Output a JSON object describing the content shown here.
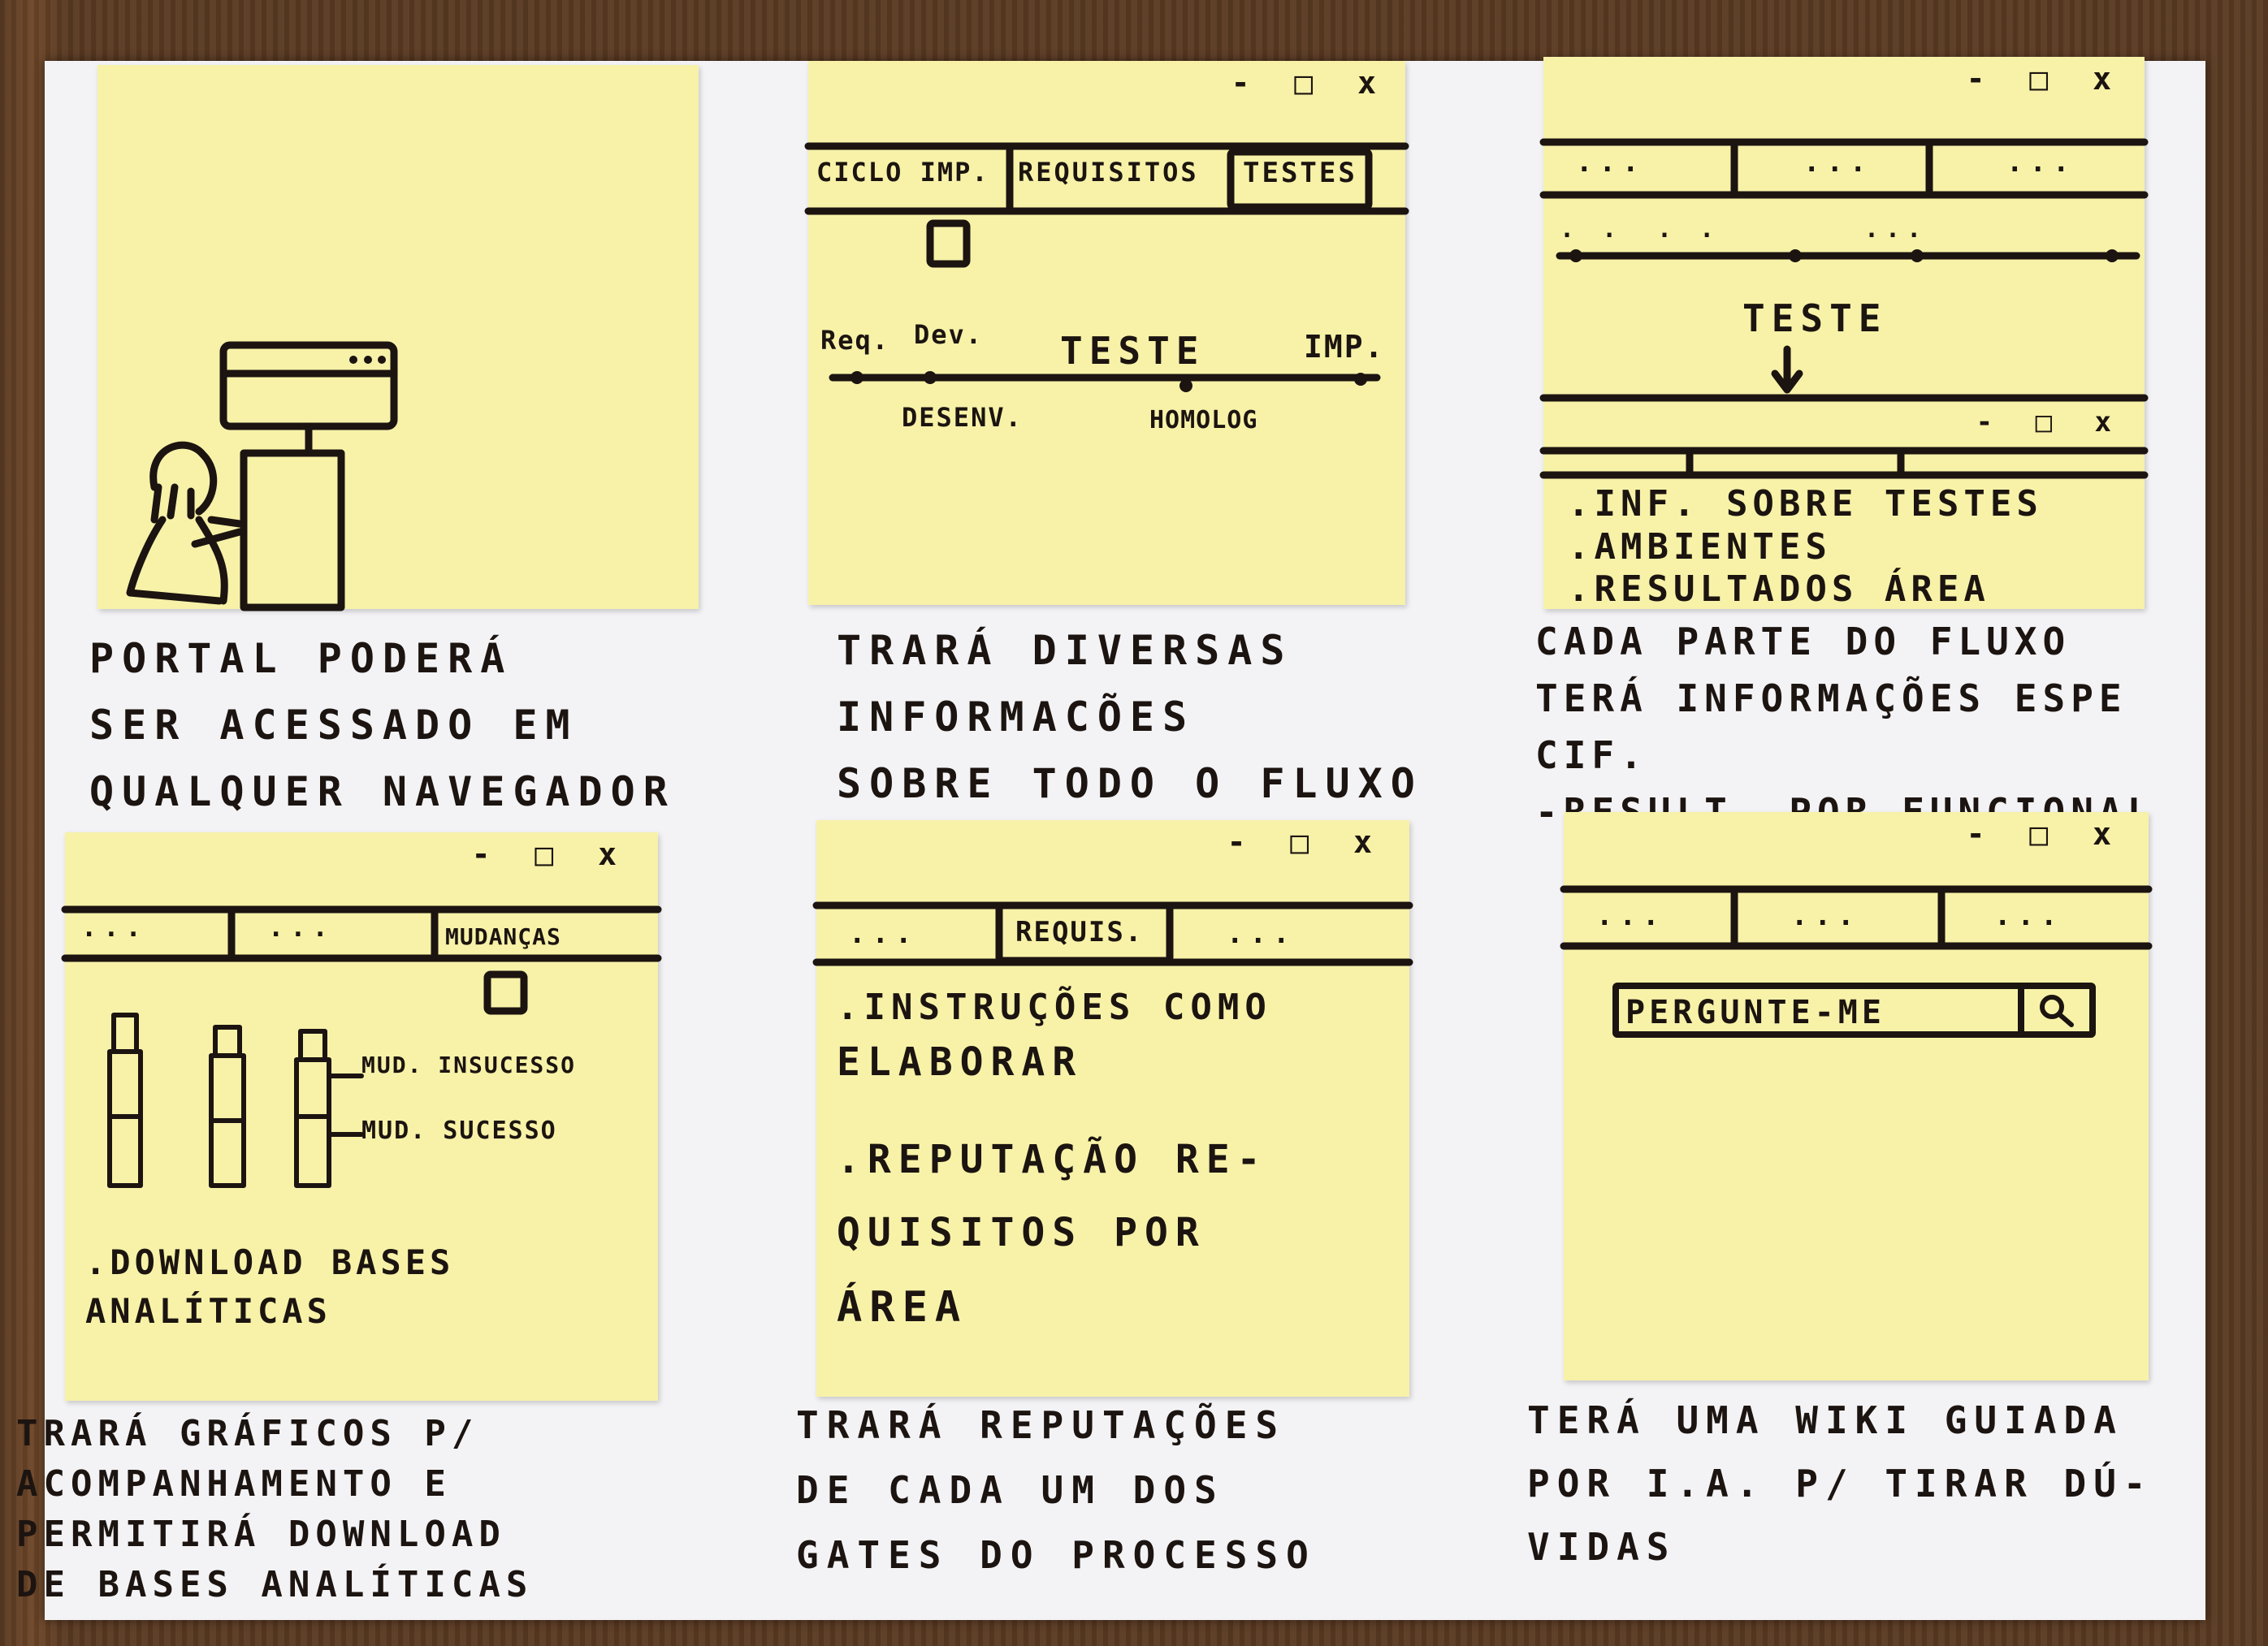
{
  "panels": [
    {
      "caption": [
        "PORTAL PODERÁ",
        "SER ACESSADO EM",
        "QUALQUER NAVEGADOR"
      ]
    },
    {
      "window_controls": "- □ x",
      "tabs": [
        "CICLO IMP.",
        "REQUISITOS",
        "TESTES"
      ],
      "timeline_top": [
        "Req.",
        "Dev.",
        "TESTE",
        "IMP."
      ],
      "timeline_bottom": [
        "DESENV.",
        "HOMOLOG"
      ],
      "caption": [
        "TRARÁ DIVERSAS",
        "INFORMACÕES",
        "SOBRE TODO O FLUXO"
      ]
    },
    {
      "window_controls": "- □ x",
      "tabs": [
        "...",
        "...",
        "..."
      ],
      "timeline_top": [
        ". .",
        ". .",
        "..."
      ],
      "stage_label": "TESTE",
      "inner_window_controls": "- □ x",
      "bullets": [
        ".INF. SOBRE TESTES",
        ".AMBIENTES",
        ".RESULTADOS ÁREA"
      ],
      "caption": [
        "CADA PARTE DO FLUXO",
        "TERÁ INFORMAÇÕES ESPE",
        "CIF.",
        "-RESULT. POR FUNCIONAL"
      ]
    },
    {
      "window_controls": "- □ x",
      "tabs": [
        "...",
        "...",
        "MUDANÇAS"
      ],
      "legend": [
        "MUD. INSUCESSO",
        "MUD. SUCESSO"
      ],
      "bullets": [
        ".DOWNLOAD BASES",
        "ANALÍTICAS"
      ],
      "caption": [
        "TRARÁ GRÁFICOS P/",
        "ACOMPANHAMENTO E",
        "PERMITIRÁ DOWNLOAD",
        "DE BASES ANALÍTICAS"
      ]
    },
    {
      "window_controls": "- □ x",
      "tabs": [
        "...",
        "REQUIS.",
        "..."
      ],
      "bullets": [
        ".INSTRUÇÕES COMO",
        "ELABORAR",
        ".REPUTAÇÃO RE-",
        "QUISITOS POR",
        "ÁREA"
      ],
      "caption": [
        "TRARÁ REPUTAÇÕES",
        "DE CADA UM DOS",
        "GATES DO PROCESSO"
      ]
    },
    {
      "window_controls": "- □ x",
      "tabs": [
        "...",
        "...",
        "..."
      ],
      "search": {
        "placeholder": "PERGUNTE-ME",
        "icon": "search-icon"
      },
      "caption": [
        "TERÁ UMA WIKI GUIADA",
        "POR I.A. P/ TIRAR DÚ-",
        "VIDAS"
      ]
    }
  ]
}
